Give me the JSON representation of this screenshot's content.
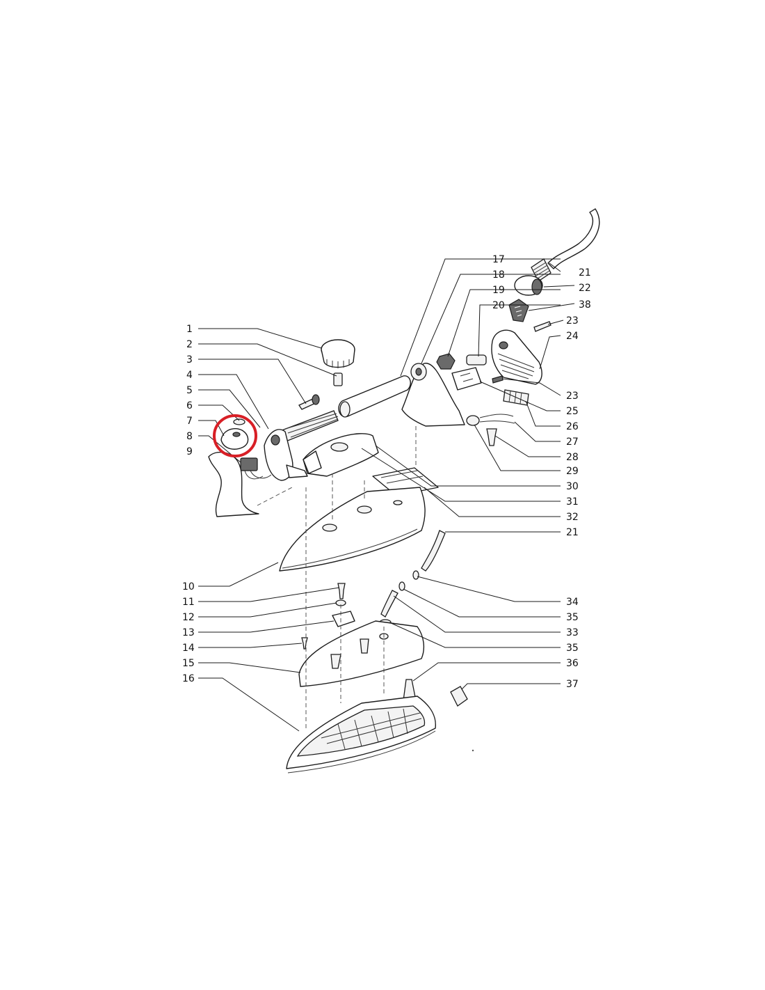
{
  "diagram": {
    "type": "exploded-parts-diagram",
    "subject": "steam iron",
    "highlight_color": "#d81f26",
    "highlighted_part": "7",
    "labels_left": [
      "1",
      "2",
      "3",
      "4",
      "5",
      "6",
      "7",
      "8",
      "9",
      "10",
      "11",
      "12",
      "13",
      "14",
      "15",
      "16"
    ],
    "labels_right": [
      "17",
      "18",
      "19",
      "20",
      "21",
      "22",
      "38",
      "23",
      "24",
      "23",
      "25",
      "26",
      "27",
      "28",
      "29",
      "30",
      "31",
      "32",
      "21",
      "34",
      "35",
      "33",
      "35",
      "36",
      "37"
    ]
  }
}
